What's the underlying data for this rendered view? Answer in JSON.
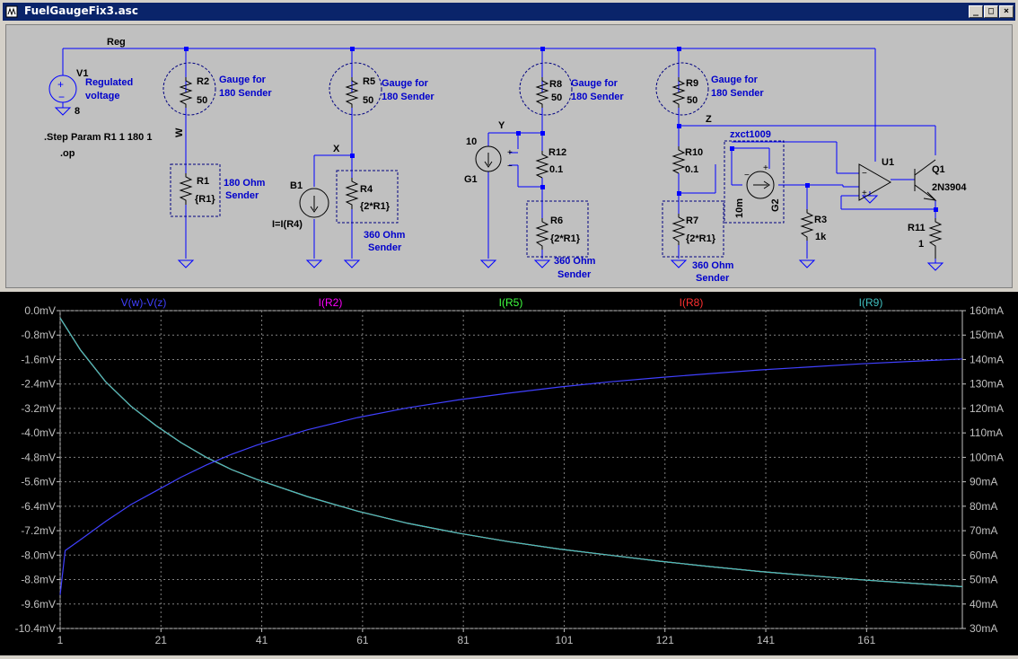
{
  "window": {
    "title": "FuelGaugeFix3.asc",
    "btn_min": "_",
    "btn_max": "□",
    "btn_close": "×"
  },
  "schematic": {
    "net_reg": "Reg",
    "net_w": "W",
    "net_x": "X",
    "net_y": "Y",
    "net_z": "Z",
    "v1_name": "V1",
    "v1_desc1": "Regulated",
    "v1_desc2": "voltage",
    "v1_value": "8",
    "directive1": ".Step Param R1 1 180 1",
    "directive2": ".op",
    "r2_name": "R2",
    "r2_value": "50",
    "r5_name": "R5",
    "r5_value": "50",
    "r8_name": "R8",
    "r8_value": "50",
    "r9_name": "R9",
    "r9_value": "50",
    "gauge_l1": "Gauge for",
    "gauge_l2": "180 Sender",
    "r1_name": "R1",
    "r1_value": "{R1}",
    "r1_desc1": "180 Ohm",
    "r1_desc2": "Sender",
    "b1_name": "B1",
    "b1_value": "I=I(R4)",
    "r4_name": "R4",
    "r4_value": "{2*R1}",
    "sender360_l1": "360 Ohm",
    "sender360_l2": "Sender",
    "g1_name": "G1",
    "g1_value": "10",
    "r12_name": "R12",
    "r12_value": "0.1",
    "r6_name": "R6",
    "r6_value": "{2*R1}",
    "r10_name": "R10",
    "r10_value": "0.1",
    "r7_name": "R7",
    "r7_value": "{2*R1}",
    "zxct_label": "zxct1009",
    "g2_name": "G2",
    "g2_value": "10m",
    "r3_name": "R3",
    "r3_value": "1k",
    "u1_name": "U1",
    "q1_name": "Q1",
    "q1_value": "2N3904",
    "r11_name": "R11",
    "r11_value": "1"
  },
  "chart_data": {
    "type": "line",
    "title": "",
    "xlabel": "",
    "ylabel": "",
    "x_ticks": [
      "1",
      "21",
      "41",
      "61",
      "81",
      "101",
      "121",
      "141",
      "161"
    ],
    "x_tick_values": [
      1,
      21,
      41,
      61,
      81,
      101,
      121,
      141,
      161
    ],
    "xlim": [
      1,
      180
    ],
    "left_ticks": [
      "0.0mV",
      "-0.8mV",
      "-1.6mV",
      "-2.4mV",
      "-3.2mV",
      "-4.0mV",
      "-4.8mV",
      "-5.6mV",
      "-6.4mV",
      "-7.2mV",
      "-8.0mV",
      "-8.8mV",
      "-9.6mV",
      "-10.4mV"
    ],
    "left_tick_values": [
      0,
      -0.8,
      -1.6,
      -2.4,
      -3.2,
      -4.0,
      -4.8,
      -5.6,
      -6.4,
      -7.2,
      -8.0,
      -8.8,
      -9.6,
      -10.4
    ],
    "ylim_left_mV": [
      -10.4,
      0.0
    ],
    "right_ticks": [
      "160mA",
      "150mA",
      "140mA",
      "130mA",
      "120mA",
      "110mA",
      "100mA",
      "90mA",
      "80mA",
      "70mA",
      "60mA",
      "50mA",
      "40mA",
      "30mA"
    ],
    "right_tick_values": [
      160,
      150,
      140,
      130,
      120,
      110,
      100,
      90,
      80,
      70,
      60,
      50,
      40,
      30
    ],
    "ylim_right_mA": [
      30,
      160
    ],
    "grid": true,
    "legend": "top",
    "series": [
      {
        "name": "V(w)-V(z)",
        "axis": "left",
        "color": "#4040ff",
        "x": [
          1,
          2,
          5,
          10,
          15,
          20,
          25,
          30,
          35,
          40,
          50,
          60,
          70,
          80,
          90,
          100,
          110,
          120,
          130,
          140,
          150,
          160,
          170,
          180
        ],
        "y": [
          -9.3,
          -7.85,
          -7.5,
          -6.9,
          -6.35,
          -5.9,
          -5.45,
          -5.05,
          -4.7,
          -4.4,
          -3.9,
          -3.5,
          -3.18,
          -2.92,
          -2.7,
          -2.5,
          -2.33,
          -2.19,
          -2.06,
          -1.94,
          -1.84,
          -1.74,
          -1.66,
          -1.58
        ]
      },
      {
        "name": "I(R2)",
        "axis": "right",
        "color": "#ff00ff",
        "x": [
          1,
          5,
          10,
          15,
          20,
          25,
          30,
          35,
          40,
          50,
          60,
          70,
          80,
          90,
          100,
          110,
          120,
          130,
          140,
          150,
          160,
          170,
          180
        ],
        "y": [
          157,
          144,
          131,
          121,
          113,
          106,
          100,
          95,
          91,
          84,
          78,
          73,
          69,
          65.5,
          62.5,
          60,
          57.5,
          55.3,
          53.3,
          51.6,
          49.9,
          48.5,
          47.1
        ]
      },
      {
        "name": "I(R5)",
        "axis": "right",
        "color": "#40ff40",
        "x": [
          1,
          5,
          10,
          15,
          20,
          25,
          30,
          35,
          40,
          50,
          60,
          70,
          80,
          90,
          100,
          110,
          120,
          130,
          140,
          150,
          160,
          170,
          180
        ],
        "y": [
          157,
          144,
          131,
          121,
          113,
          106,
          100,
          95,
          91,
          84,
          78,
          73,
          69,
          65.5,
          62.5,
          60,
          57.5,
          55.3,
          53.3,
          51.6,
          49.9,
          48.5,
          47.1
        ]
      },
      {
        "name": "I(R8)",
        "axis": "right",
        "color": "#ff3030",
        "x": [
          1,
          5,
          10,
          15,
          20,
          25,
          30,
          35,
          40,
          50,
          60,
          70,
          80,
          90,
          100,
          110,
          120,
          130,
          140,
          150,
          160,
          170,
          180
        ],
        "y": [
          157,
          144,
          131,
          121,
          113,
          106,
          100,
          95,
          91,
          84,
          78,
          73,
          69,
          65.5,
          62.5,
          60,
          57.5,
          55.3,
          53.3,
          51.6,
          49.9,
          48.5,
          47.1
        ]
      },
      {
        "name": "I(R9)",
        "axis": "right",
        "color": "#40c0c0",
        "x": [
          1,
          5,
          10,
          15,
          20,
          25,
          30,
          35,
          40,
          50,
          60,
          70,
          80,
          90,
          100,
          110,
          120,
          130,
          140,
          150,
          160,
          170,
          180
        ],
        "y": [
          157,
          144,
          131,
          121,
          113,
          106,
          100,
          95,
          91,
          84,
          78,
          73,
          69,
          65.5,
          62.5,
          60,
          57.5,
          55.3,
          53.3,
          51.6,
          49.9,
          48.5,
          47.1
        ]
      }
    ]
  }
}
